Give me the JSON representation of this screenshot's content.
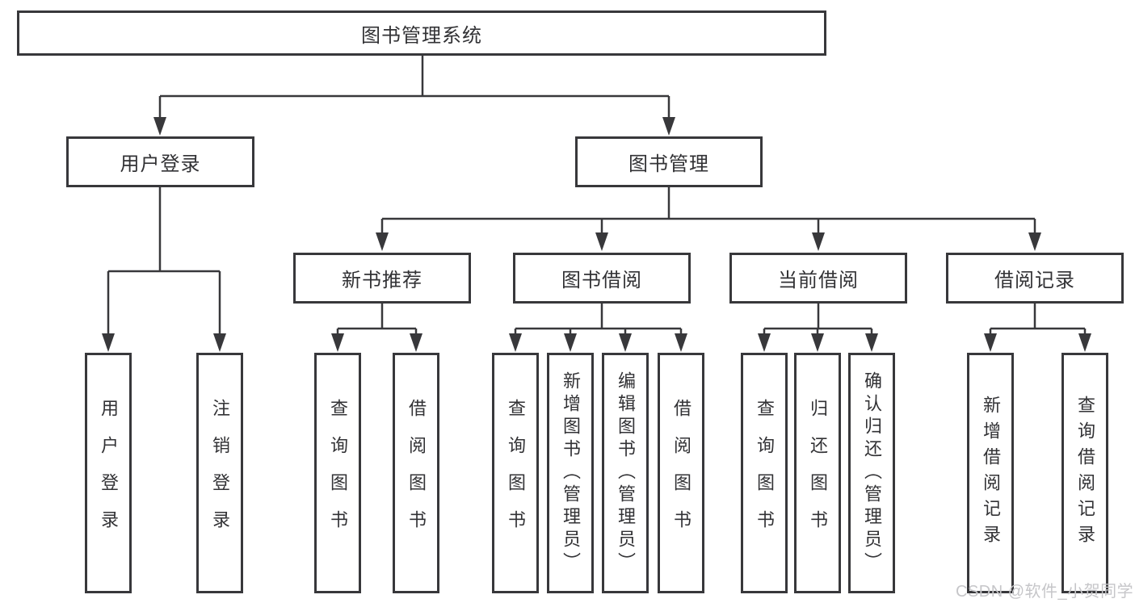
{
  "tree": {
    "root": "图书管理系统",
    "level2": [
      {
        "label": "用户登录",
        "children": [
          {
            "label": "用户登录"
          },
          {
            "label": "注销登录"
          }
        ]
      },
      {
        "label": "图书管理",
        "children": [
          {
            "label": "新书推荐",
            "children": [
              {
                "label": "查询图书"
              },
              {
                "label": "借阅图书"
              }
            ]
          },
          {
            "label": "图书借阅",
            "children": [
              {
                "label": "查询图书"
              },
              {
                "label": "新增图书（管理员）"
              },
              {
                "label": "编辑图书（管理员）"
              },
              {
                "label": "借阅图书"
              }
            ]
          },
          {
            "label": "当前借阅",
            "children": [
              {
                "label": "查询图书"
              },
              {
                "label": "归还图书"
              },
              {
                "label": "确认归还（管理员）"
              }
            ]
          },
          {
            "label": "借阅记录",
            "children": [
              {
                "label": "新增借阅记录"
              },
              {
                "label": "查询借阅记录"
              }
            ]
          }
        ]
      }
    ]
  },
  "watermark": "CSDN @软件_小贺同学",
  "colors": {
    "line": "#38383b",
    "text": "#323235",
    "watermark": "#c6c6c9"
  }
}
